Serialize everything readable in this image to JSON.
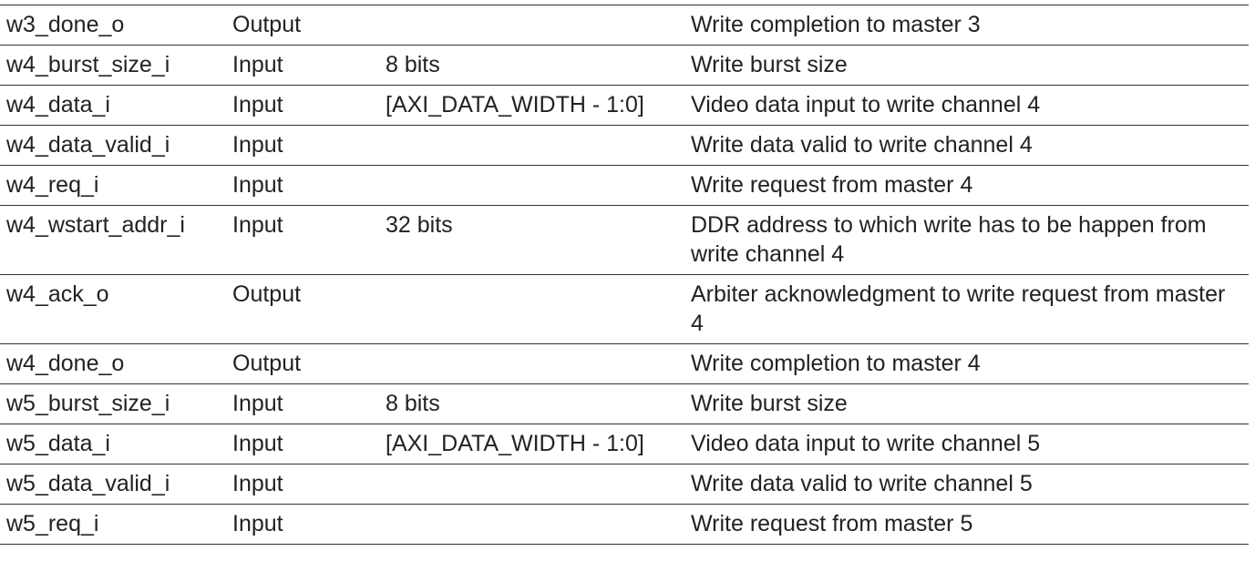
{
  "table": {
    "rows": [
      {
        "name": "w3_done_o",
        "direction": "Output",
        "width": "",
        "description": "Write completion to master 3"
      },
      {
        "name": "w4_burst_size_i",
        "direction": "Input",
        "width": "8 bits",
        "description": "Write burst size"
      },
      {
        "name": "w4_data_i",
        "direction": "Input",
        "width": "[AXI_DATA_WIDTH - 1:0]",
        "description": "Video data input to write channel 4"
      },
      {
        "name": "w4_data_valid_i",
        "direction": "Input",
        "width": "",
        "description": "Write data valid to write channel 4"
      },
      {
        "name": "w4_req_i",
        "direction": "Input",
        "width": "",
        "description": "Write request from master 4"
      },
      {
        "name": "w4_wstart_addr_i",
        "direction": "Input",
        "width": "32 bits",
        "description": "DDR address to which write has to be happen from write channel 4"
      },
      {
        "name": "w4_ack_o",
        "direction": "Output",
        "width": "",
        "description": "Arbiter acknowledgment to write request from master 4"
      },
      {
        "name": "w4_done_o",
        "direction": "Output",
        "width": "",
        "description": "Write completion to master 4"
      },
      {
        "name": "w5_burst_size_i",
        "direction": "Input",
        "width": "8 bits",
        "description": "Write burst size"
      },
      {
        "name": "w5_data_i",
        "direction": "Input",
        "width": "[AXI_DATA_WIDTH - 1:0]",
        "description": "Video data input to write channel 5"
      },
      {
        "name": "w5_data_valid_i",
        "direction": "Input",
        "width": "",
        "description": "Write data valid to write channel 5"
      },
      {
        "name": "w5_req_i",
        "direction": "Input",
        "width": "",
        "description": "Write request from master 5"
      }
    ]
  }
}
